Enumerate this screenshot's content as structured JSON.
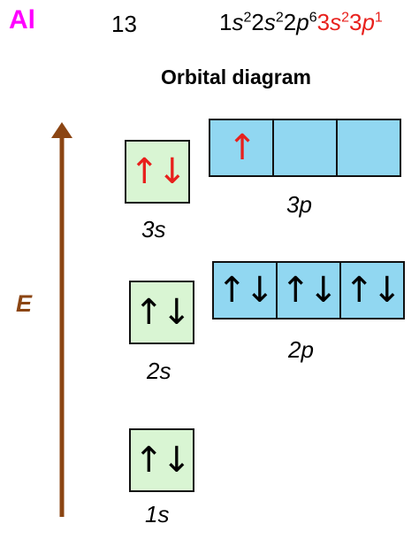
{
  "header": {
    "symbol": "Al",
    "atomic_number": "13",
    "config": [
      {
        "coef": "1",
        "letter": "s",
        "exp": "2",
        "highlight": false
      },
      {
        "coef": "2",
        "letter": "s",
        "exp": "2",
        "highlight": false
      },
      {
        "coef": "2",
        "letter": "p",
        "exp": "6",
        "highlight": false
      },
      {
        "coef": "3",
        "letter": "s",
        "exp": "2",
        "highlight": true
      },
      {
        "coef": "3",
        "letter": "p",
        "exp": "1",
        "highlight": true
      }
    ]
  },
  "title": "Orbital diagram",
  "axis": {
    "label": "E",
    "color": "#8b4513"
  },
  "orbitals": {
    "s3": {
      "label": "3s",
      "arrows": "↑↓",
      "color": "#e8201c"
    },
    "p3": {
      "label": "3p",
      "cells": [
        "↑",
        "",
        ""
      ],
      "color": "#e8201c"
    },
    "s2": {
      "label": "2s",
      "arrows": "↑↓",
      "color": "#000000"
    },
    "p2": {
      "label": "2p",
      "cells": [
        "↑↓",
        "↑↓",
        "↑↓"
      ],
      "color": "#000000"
    },
    "s1": {
      "label": "1s",
      "arrows": "↑↓",
      "color": "#000000"
    }
  },
  "colors": {
    "s_fill": "#d9f5d3",
    "p_fill": "#91d7f1",
    "highlight": "#e8201c",
    "symbol": "#ff00ff"
  }
}
